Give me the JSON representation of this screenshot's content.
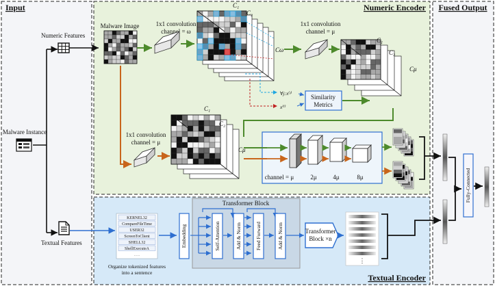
{
  "panels": {
    "input": "Input",
    "numeric": "Numeric Encoder",
    "fused": "Fused Output",
    "textual": "Textual Encoder"
  },
  "input": {
    "numeric_features": "Numeric Features",
    "malware_instance": "Malware Instance",
    "textual_features": "Textual Features"
  },
  "numeric": {
    "malware_image": "Malware Image",
    "conv1_line1": "1x1 convolution",
    "conv1_line2": "channel = ω",
    "conv2_line1": "1x1 convolution",
    "conv2_line2": "channel = μ",
    "conv3_line1": "1x1 convolution",
    "conv3_line2": "channel = μ",
    "c1": "C₁",
    "c2": "C₂",
    "c_omega": "Cω",
    "c_mu": "Cμ",
    "forall": "∀j:x⁽ʲ⁾",
    "xi": "x⁽ⁱ⁾",
    "similarity_line1": "Similarity",
    "similarity_line2": "Metrics",
    "channels": [
      "channel = μ",
      "2μ",
      "4μ",
      "8μ"
    ]
  },
  "fused": {
    "fully_connected": "Fully-Connected"
  },
  "textual": {
    "transformer_block": "Transformer Block",
    "tokens": [
      "KERNEL32",
      "CompareFileTime",
      "USER32",
      "ScreenToClient",
      "SHELL32",
      "ShellExecuteA",
      ". . ."
    ],
    "organize_line1": "Organize tokenized features",
    "organize_line2": "into a sentence",
    "embedding": "Embedding",
    "self_attention": "Self-Attention",
    "add_norm_1": "Add & Norm",
    "feed_forward": "Feed Forward",
    "add_norm_2": "Add & Norm",
    "tb_n_line1": "Transformer",
    "tb_n_line2": "Block ×n",
    "ellipsis": "⋮"
  },
  "colors": {
    "numeric_bg": "#e8f2dc",
    "textual_bg": "#d6e9f8",
    "input_bg": "#f4f5f8",
    "arrow_green": "#4d8a2c",
    "arrow_orange": "#c8651b",
    "arrow_blue": "#2e6fd0",
    "arrow_red": "#c02020",
    "arrow_cyan": "#1fa7e0",
    "box_blue": "#2e6fd0"
  }
}
